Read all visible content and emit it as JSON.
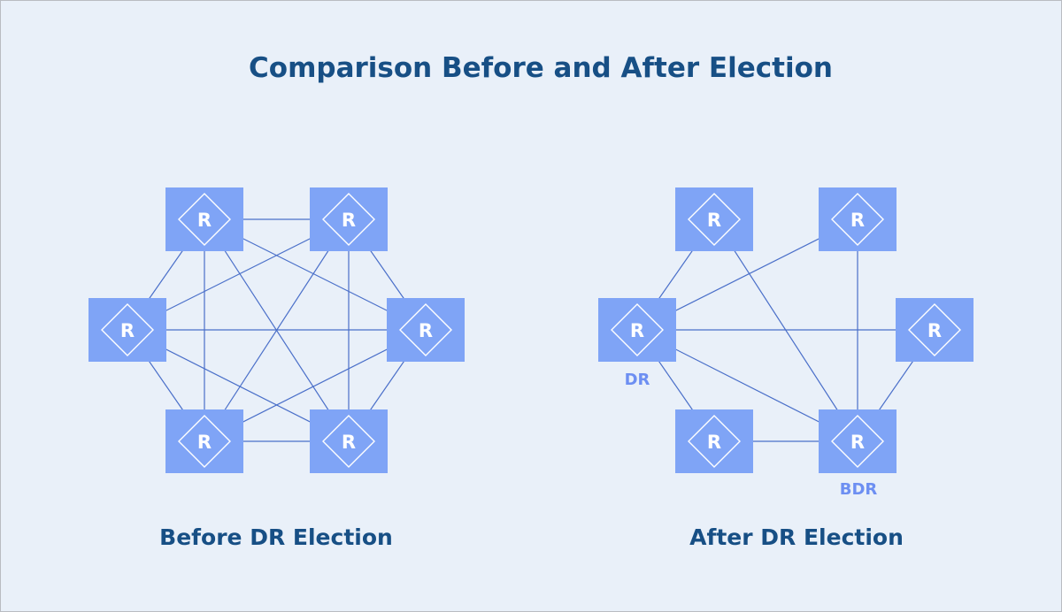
{
  "title": "Comparison Before and After Election",
  "router_label": "R",
  "colors": {
    "router": "#7fa4f6",
    "link": "#4a6fc9",
    "heading": "#174f85",
    "role_label": "#6d8ff2",
    "background": "#e9f0f9"
  },
  "before": {
    "caption": "Before DR Election",
    "routers": [
      "R",
      "R",
      "R",
      "R",
      "R",
      "R"
    ],
    "links": [
      [
        0,
        1
      ],
      [
        0,
        2
      ],
      [
        0,
        3
      ],
      [
        0,
        4
      ],
      [
        0,
        5
      ],
      [
        1,
        2
      ],
      [
        1,
        3
      ],
      [
        1,
        4
      ],
      [
        1,
        5
      ],
      [
        2,
        3
      ],
      [
        2,
        4
      ],
      [
        2,
        5
      ],
      [
        3,
        4
      ],
      [
        3,
        5
      ],
      [
        4,
        5
      ]
    ]
  },
  "after": {
    "caption": "After DR Election",
    "routers": [
      "R",
      "R",
      "R",
      "R",
      "R",
      "R"
    ],
    "dr_label": "DR",
    "bdr_label": "BDR",
    "links": [
      [
        2,
        0
      ],
      [
        2,
        1
      ],
      [
        2,
        3
      ],
      [
        2,
        4
      ],
      [
        2,
        5
      ],
      [
        5,
        0
      ],
      [
        5,
        1
      ],
      [
        5,
        3
      ],
      [
        5,
        4
      ]
    ]
  }
}
